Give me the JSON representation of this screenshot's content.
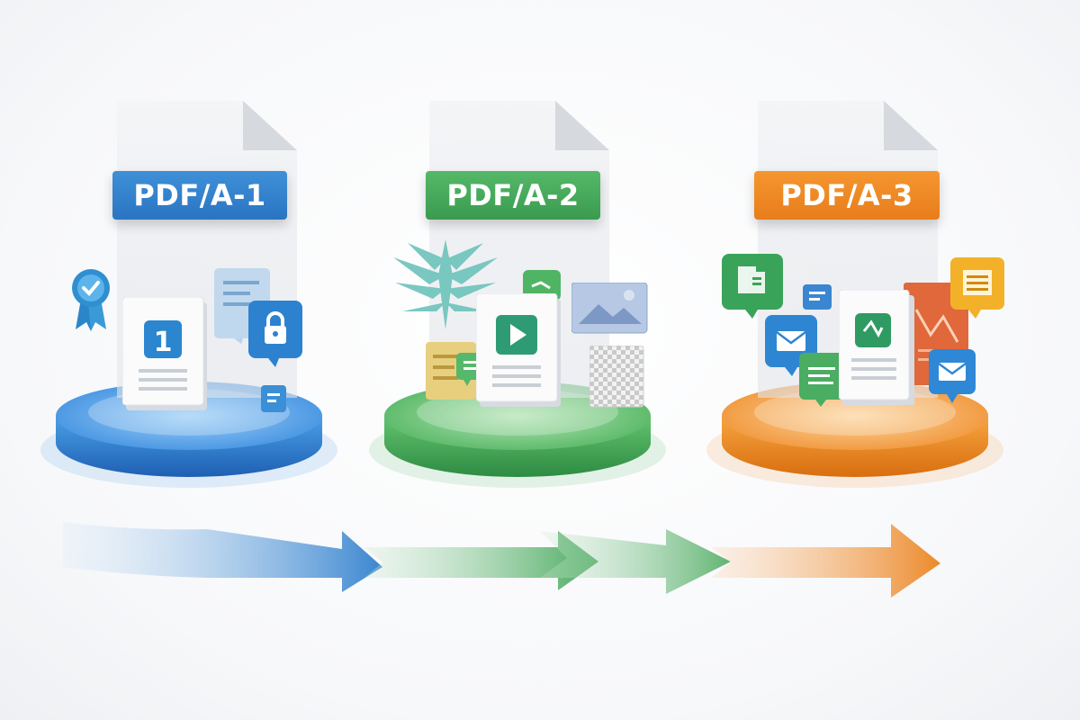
{
  "stages": [
    {
      "label": "PDF/A-1",
      "color": "#2f7dcc"
    },
    {
      "label": "PDF/A-2",
      "color": "#41a556"
    },
    {
      "label": "PDF/A-3",
      "color": "#ec8420"
    }
  ],
  "icons": {
    "stage1": [
      "ribbon-badge-icon",
      "document-1-icon",
      "lock-icon",
      "form-icon",
      "small-doc-icon"
    ],
    "stage2": [
      "layers-icon",
      "video-play-icon",
      "image-icon",
      "transparency-icon",
      "note-icon"
    ],
    "stage3": [
      "attachment-doc-icon",
      "email-icon",
      "image-icon",
      "spreadsheet-icon",
      "note-icon"
    ]
  }
}
